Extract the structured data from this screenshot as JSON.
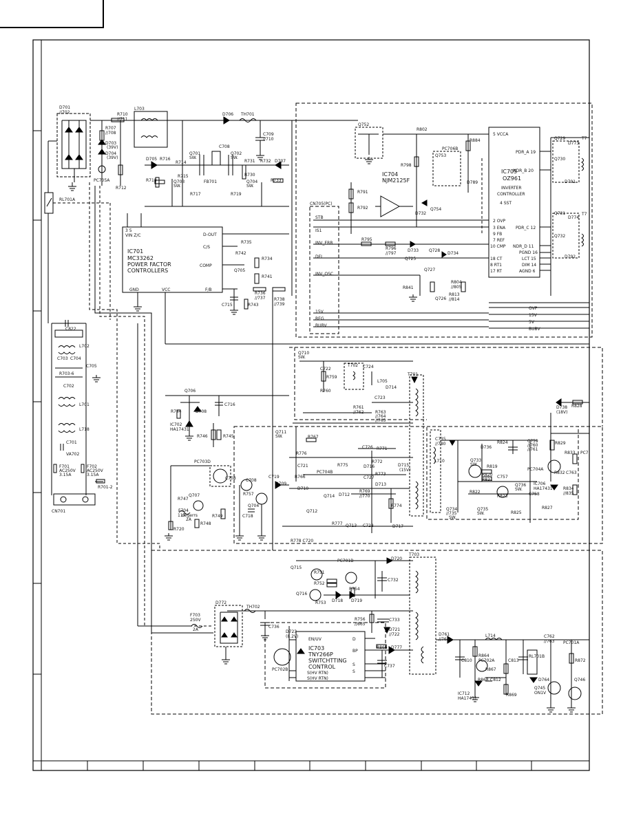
{
  "labels": {
    "d701": "D701",
    "d702": "//702",
    "r710": "R710",
    "r711": "//711",
    "r707": "R707",
    "r708": "//708",
    "d703": "D703",
    "d703v": "(39V)",
    "d704": "D704",
    "d704v": "(39V)",
    "pc705a": "PC705A",
    "r712": "R712",
    "rl701a": "RL701A",
    "l703": "L703",
    "d706": "D706",
    "th701": "TH701",
    "c709": "C709",
    "c710": "//710",
    "c708": "C708",
    "q701": "Q701",
    "q702": "Q702",
    "d705": "D705",
    "r716": "R716",
    "r714": "R714",
    "r715": "R715",
    "r731": "R731",
    "r732": "R732",
    "d707": "D707",
    "r718": "R718",
    "q703": "Q703",
    "r730": "R730",
    "r733": "R733",
    "q704": "Q704",
    "fb701": "FB701",
    "r717": "R717",
    "r719": "R719",
    "sw": "SW.",
    "ic701_pins": "3       5\nVIN   Z/C",
    "ic701": "IC701",
    "mc33262": "MC33262",
    "pfc1": "POWER FACTOR",
    "pfc2": "CONTROLLERS",
    "dout": "D-OUT",
    "cs": "C/S",
    "comp": "COMP",
    "fb": "F/B",
    "gnd": "GND",
    "vcc": "VCC",
    "r735": "R735",
    "r742": "R742",
    "r734": "R734",
    "q705": "Q705",
    "r741": "R741",
    "c715": "C715",
    "r743": "R743",
    "r736": "R736",
    "r737": "//737",
    "r738": "R738",
    "r739": "//739",
    "q752": "Q752",
    "r802": "R802",
    "pc706b": "PC706B",
    "r884": "R884",
    "q753": "Q753",
    "r798": "R798",
    "ic704": "IC704",
    "njm2125f": "NJM2125F",
    "d789": "D789",
    "r791": "R791",
    "r792": "R792",
    "d732": "D732",
    "q754": "Q754",
    "cn705": "CN705(PC)",
    "stb": "STB",
    "is1": "IS1",
    "inv_err": "INV_ERR",
    "dfl": "DFL",
    "inv_osc": "INV_OSC",
    "v15": "15V",
    "reg": "REG",
    "bubv": "BUBV",
    "r795": "R795",
    "r796": "R796",
    "r797": "//797",
    "d733": "D733",
    "q725": "Q725",
    "q728": "Q728",
    "d734": "D734",
    "q727": "Q727",
    "r841": "R841",
    "r804": "R804",
    "r805": "//805",
    "q726": "Q726",
    "r813": "R813",
    "r814": "//814",
    "ic705": "IC705",
    "oz961": "OZ961",
    "inv1": "INVERTER",
    "inv2": "CONTROLLER",
    "p_vcca": "5 VCCA",
    "p_sst": "4 SST",
    "p_ovp": "2 OVP",
    "p_ena": "3 ENA",
    "p_fb": "9 FB",
    "p_ref": "7 REF",
    "p_cmp": "10 CMP",
    "p_ct": "18 CT",
    "p_rt1": "8 RT1",
    "p_rt": "17 RT",
    "p_pdra": "PDR_A 19",
    "p_ndrb": "NDR_B 20",
    "p_pdrc": "PDR_C 12",
    "p_ndrd": "NDR_D 11",
    "p_pgnd": "PGND 16",
    "p_lct": "LCT 15",
    "p_dim": "DIM 14",
    "p_agnd": "AGND 6",
    "q729": "Q729",
    "q773": "D773",
    "q730": "Q730",
    "d791": "D791",
    "q731": "Q731",
    "d774": "D774",
    "q732": "Q732",
    "d792": "D792",
    "t7": "T7",
    "ovp": "OVP",
    "bus_15v": "15V",
    "bus_5v": "5V",
    "bus_bubv": "BUBV",
    "c822": "C822",
    "l702": "L702",
    "c703": "C703",
    "c704": "C704",
    "r703": "R703-6",
    "c705": "C705",
    "c702": "C702",
    "l701": "L701",
    "l718": "L718",
    "c701": "C701",
    "va702": "VA702",
    "f701": "F701",
    "f701r": "AC250V",
    "f701a": "3.15A",
    "f702": "F702",
    "f702r": "AC250V",
    "f702a": "3.15A",
    "r701": "R701-2",
    "cn701": "CN701",
    "q706": "Q706",
    "d708": "D708",
    "c716": "C716",
    "r744": "R744",
    "ic702": "IC702",
    "ha17431": "HA17431",
    "r746": "R746",
    "r745": "R745",
    "q710": "Q710",
    "c722": "C722",
    "r759": "R759",
    "r760": "R760",
    "t702": "T702",
    "c724": "C724",
    "l705": "L705",
    "d714": "D714",
    "t701": "T701",
    "c723": "C723",
    "r761": "R761",
    "r762": "//762",
    "r763": "R763",
    "r764": "//764",
    "r765": "//765",
    "q711": "Q711",
    "r767": "R767",
    "r776": "R776",
    "d715": "D715",
    "d715v": "(15V)",
    "pc703d": "PC703D",
    "r757": "R757",
    "c719": "C719",
    "c721": "C721",
    "r766": "R766",
    "c726": "C726",
    "r771": "R771",
    "r772": "R772",
    "r775": "R775",
    "pc704b": "PC704B",
    "d716": "D716",
    "c727": "C727",
    "r773": "R773",
    "d713": "D713",
    "d709": "D709",
    "d710": "D710",
    "q714": "Q714",
    "d712": "D712",
    "r769": "R769",
    "r770": "//770",
    "r774": "R774",
    "q712": "Q712",
    "r777": "R777",
    "q713": "Q713",
    "c728": "C728",
    "d717": "D717",
    "r778c720": "R778 C720",
    "q707": "Q707",
    "r747": "R747",
    "f704": "F704",
    "f704t": "117",
    "f704d": "degerrs",
    "f704a": "2A",
    "r720": "R720",
    "r749": "R749",
    "r748": "R748",
    "c718": "C718",
    "c735": "C735",
    "c780": "//780",
    "c736": "D736",
    "c824": "R824",
    "l710": "L710",
    "q733": "Q733",
    "r819": "R819",
    "r820": "R820",
    "r821": "R821",
    "c757": "C757",
    "r822": "R822",
    "r823": "R823",
    "q736": "Q736",
    "c758": "C758",
    "q734": "Q734",
    "q735": "//735",
    "q735b": "Q735",
    "r825": "R825",
    "r827": "R827",
    "c759": "C759",
    "c760": "//760",
    "c761": "//761",
    "r829": "R829",
    "r833": "R833",
    "pc7": "PC7",
    "pc704a": "PC704A",
    "r832": "R832",
    "c763": "C763",
    "ic706": "IC706",
    "ha17431b": "HA17431",
    "r834": "R834",
    "r835": "//835",
    "d738": "D738",
    "d738v": "(18V)",
    "r828": "R828",
    "t703": "T703",
    "d720": "D720",
    "q715": "Q715",
    "r751": "R751",
    "pc701b": "PC701B",
    "c732": "C732",
    "r752": "R752",
    "r754": "R754",
    "q716": "Q716",
    "r753": "R753",
    "d718": "D718",
    "d719": "D719",
    "r756": "R756",
    "r865": "//865",
    "c733": "C733",
    "d721": "D721",
    "d722": "//722",
    "d772": "D772",
    "f703": "F703",
    "f703r": "250V",
    "f703a": "2A",
    "th702": "TH702",
    "c736b": "C736",
    "d723": "D723",
    "d723v": "(8.2V)",
    "ic703": "IC703",
    "tny266p": "TNY266P",
    "sw1": "SWITCHTTING",
    "sw2": "CONTROL",
    "en_uv": "EN/UV",
    "bp": "BP",
    "s_hv1": "S(HV RTN)",
    "s_hv2": "S(HV RTN)",
    "pin_d": "D",
    "pin_s": "S",
    "r866": "R866",
    "d777": "D777",
    "c737": "C737",
    "pc702b": "PC702B",
    "d761": "D761",
    "d764": "//764",
    "l714": "L714",
    "c810": "C810",
    "r864": "R864",
    "pc702a": "PC702A",
    "r867": "R867",
    "c813": "C813",
    "r868": "R868",
    "c812": "C812",
    "r869": "R869",
    "ic712": "IC712",
    "ha17431c": "HA17431",
    "q762": "C762",
    "c763b": "//763",
    "pc701a": "PC701A",
    "rl701b": "RL701B",
    "r872": "R872",
    "d784": "D764",
    "q745": "Q745",
    "on1v": "ON1V",
    "q746": "Q746"
  }
}
